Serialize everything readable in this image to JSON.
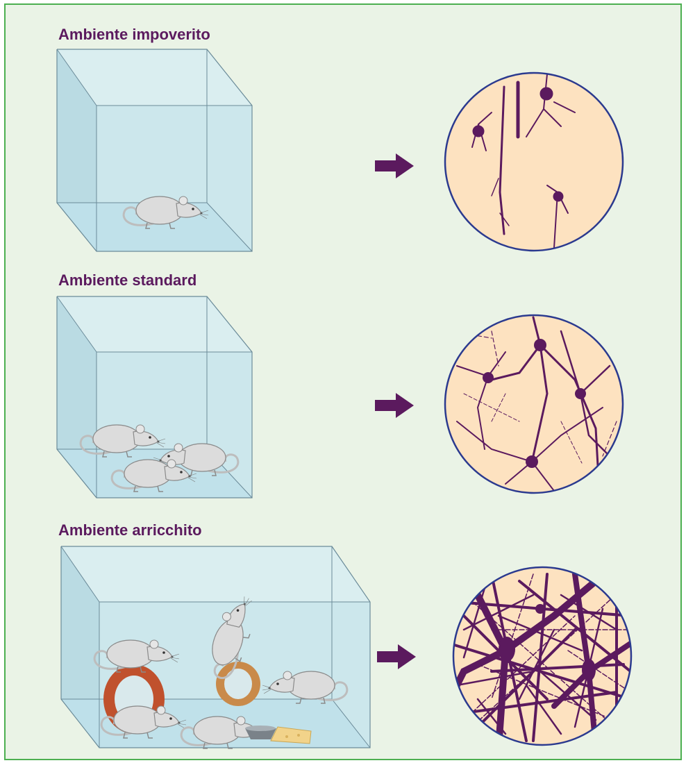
{
  "panels": [
    {
      "title": "Ambiente impoverito",
      "rats": 1,
      "neuron_density": "sparse"
    },
    {
      "title": "Ambiente standard",
      "rats": 3,
      "neuron_density": "medium"
    },
    {
      "title": "Ambiente arricchito",
      "rats": 5,
      "neuron_density": "dense"
    }
  ],
  "colors": {
    "frame_border": "#4caf50",
    "background": "#eaf3e6",
    "title": "#5b1a5e",
    "arrow": "#5b1a5e",
    "neuron": "#5b1a5e",
    "circle_fill": "#fde2c0",
    "circle_border": "#2b3a8f",
    "cage_fill": "#bfe0ea",
    "rat": "#d8d8d8"
  },
  "icons": [
    "cage-icon",
    "rat-icon",
    "arrow-right-icon",
    "neuron-circle-icon",
    "wheel-icon",
    "bowl-icon",
    "cheese-icon"
  ]
}
